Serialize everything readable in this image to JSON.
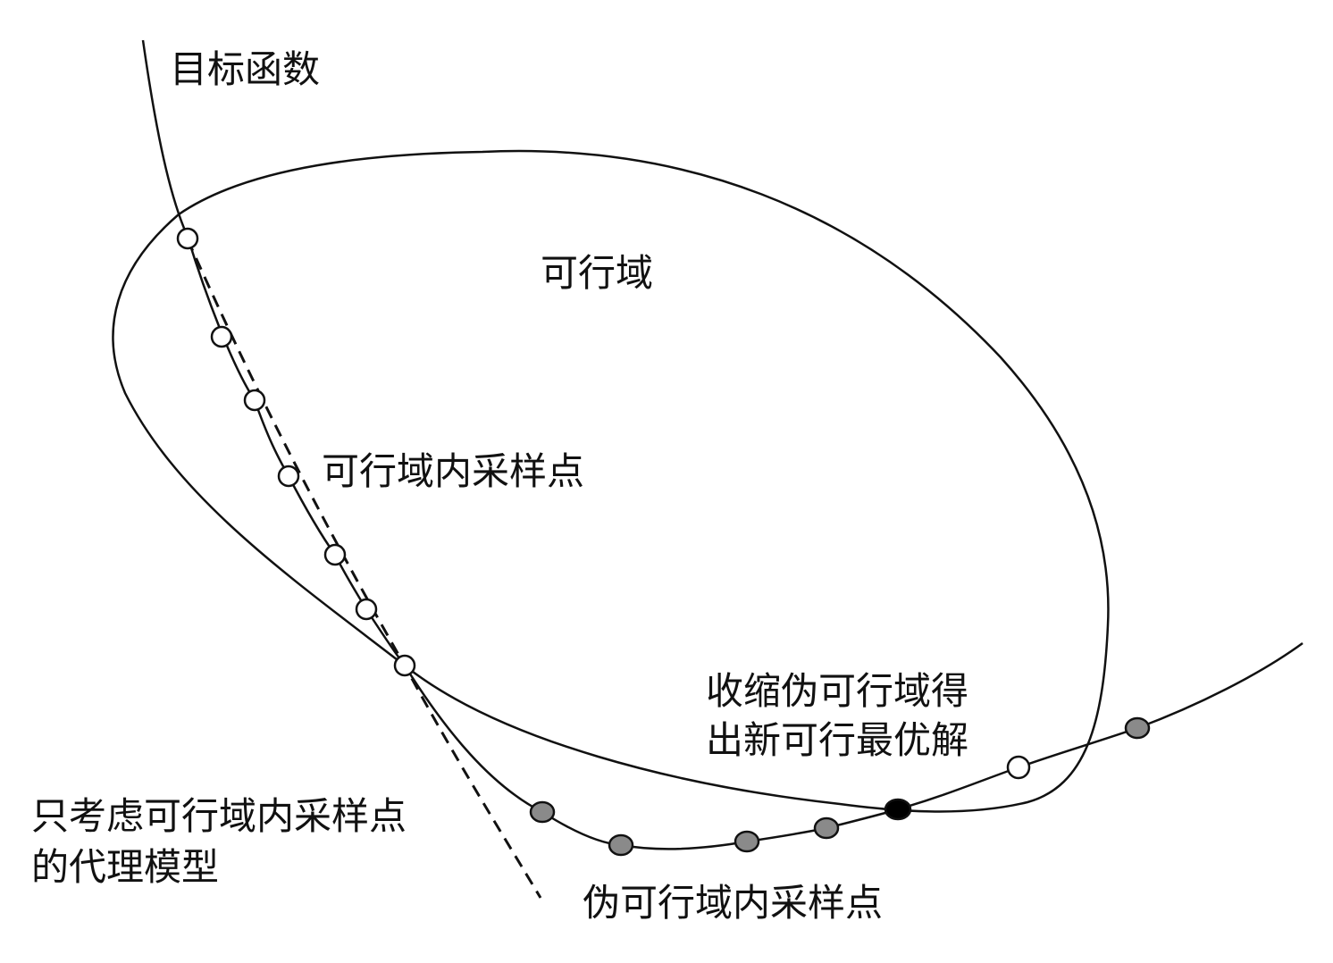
{
  "labels": {
    "objective": "目标函数",
    "feasible_region": "可行域",
    "feasible_samples": "可行域内采样点",
    "shrink_line1": "收缩伪可行域得",
    "shrink_line2": "出新可行最优解",
    "surrogate_line1": "只考虑可行域内采样点",
    "surrogate_line2": "的代理模型",
    "pseudo_samples": "伪可行域内采样点"
  },
  "colors": {
    "feasible_point": "#ffffff",
    "pseudo_point": "#8a8a8a",
    "optimum_point": "#000000",
    "line": "#111111"
  }
}
